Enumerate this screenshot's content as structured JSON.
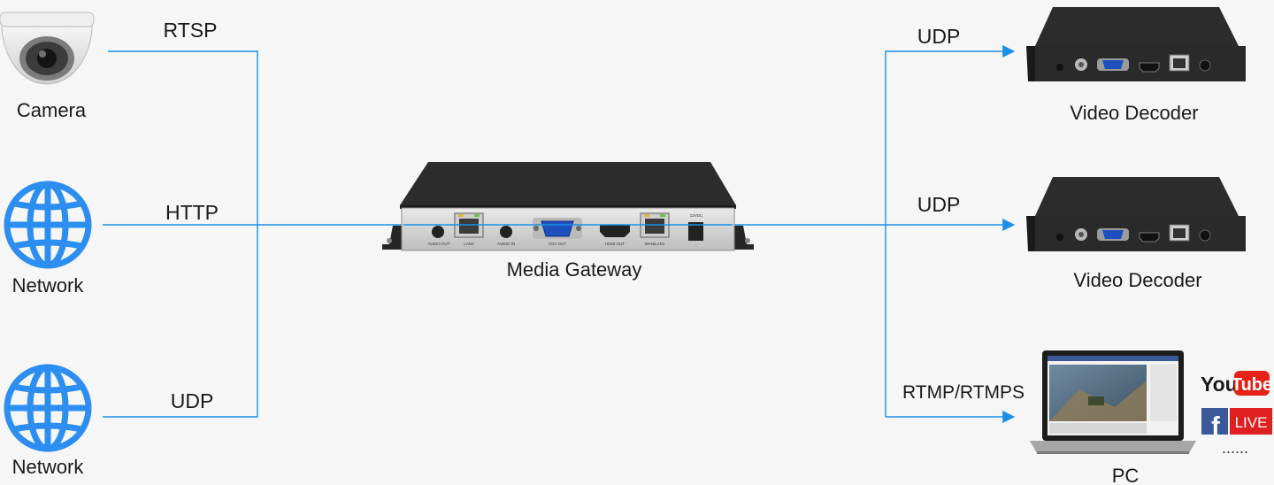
{
  "sources": [
    {
      "label": "Camera",
      "icon": "dome-camera-icon",
      "protocol": "RTSP"
    },
    {
      "label": "Network",
      "icon": "globe-icon",
      "protocol": "HTTP"
    },
    {
      "label": "Network",
      "icon": "globe-icon",
      "protocol": "UDP"
    }
  ],
  "gateway": {
    "label": "Media Gateway",
    "port_labels": [
      "AUDIO OUT",
      "LAN2",
      "AUDIO IN",
      "VGA OUT",
      "HDMI OUT",
      "WAN/LAN1",
      "12VDC"
    ]
  },
  "outputs": [
    {
      "label": "Video Decoder",
      "protocol": "UDP",
      "icon": "video-decoder-icon"
    },
    {
      "label": "Video Decoder",
      "protocol": "UDP",
      "icon": "video-decoder-icon"
    },
    {
      "label": "PC",
      "protocol": "RTMP/RTMPS",
      "icon": "laptop-icon"
    }
  ],
  "platforms": {
    "youtube": {
      "you": "You",
      "tube": "Tube"
    },
    "facebook_live": {
      "f": "f",
      "live": "LIVE"
    },
    "more": "......"
  },
  "colors": {
    "line": "#1a8fe6",
    "globe": "#2b8ef0",
    "youtube_red": "#e62117",
    "facebook_blue": "#3b5998",
    "live_red": "#e02020",
    "device_dark": "#2b2b2b"
  }
}
